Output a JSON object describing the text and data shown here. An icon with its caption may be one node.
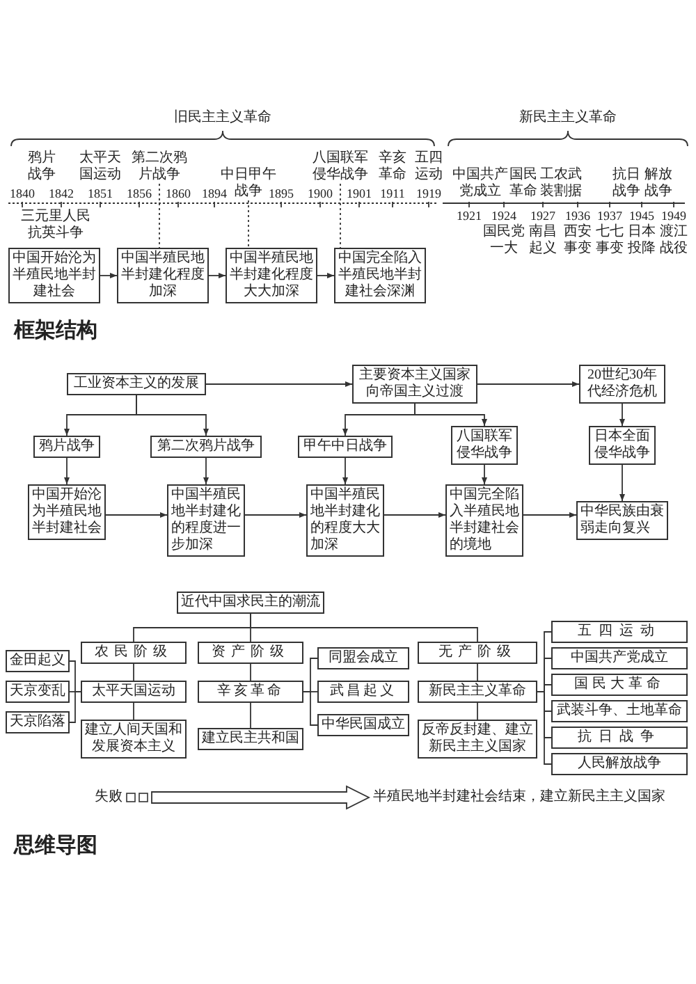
{
  "diagram": {
    "nodes": [
      {
        "text": [
          "第二次鸦片战争"
        ]
      },
      {
        "text": [
          "中日甲午战争"
        ]
      },
      {
        "text": [
          "八国联军侵华战争"
        ]
      },
      {
        "text": [
          "中国开始沦为半殖民地半封建社会"
        ]
      },
      {
        "text": [
          "中国半殖民地半封建化程度加深"
        ]
      },
      {
        "text": [
          "中国半殖民地半封建化程度大大加深"
        ]
      },
      {
        "text": [
          "中国完全陷入半殖民地半封建社会深渊"
        ]
      },
      {
        "text": [
          "工业资本主义的发展"
        ]
      },
      {
        "text": [
          "主要资本主义国家向帝国主义过渡"
        ]
      },
      {
        "text": [
          "20世纪30年代经济危机"
        ]
      },
      {
        "text": [
          "鸦片战争"
        ]
      },
      {
        "text": [
          "第二次鸦片战争"
        ]
      },
      {
        "text": [
          "甲午中日战争"
        ]
      },
      {
        "text": [
          "八国联军侵华战争"
        ]
      },
      {
        "text": [
          "日本全面侵华战争"
        ]
      },
      {
        "text": [
          "中国开始沦为半殖民地半封建社会"
        ]
      },
      {
        "text": [
          "中国半殖民地半封建化的程度进一步加深"
        ]
      },
      {
        "text": [
          "中国半殖民地半封建化的程度大大加深"
        ]
      },
      {
        "text": [
          "中国完全陷入半殖民地半封建社会的境地"
        ]
      },
      {
        "text": [
          "中华民族由衰弱走向复兴"
        ]
      },
      {
        "text": [
          "近代中国求民主的潮流"
        ]
      },
      {
        "text": [
          "农民阶级"
        ]
      },
      {
        "text": [
          "金田起义"
        ]
      },
      {
        "text": [
          "天京变乱"
        ]
      },
      {
        "text": [
          "天京陷落"
        ]
      },
      {
        "text": [
          "太平天国运动"
        ]
      },
      {
        "text": [
          "建立人间天国和发展资本主义"
        ]
      },
      {
        "text": [
          "资产阶级"
        ]
      },
      {
        "text": [
          "辛亥革命"
        ]
      },
      {
        "text": [
          "建立民主共和国"
        ]
      },
      {
        "text": [
          "同盟会成立"
        ]
      },
      {
        "text": [
          "武昌起义"
        ]
      },
      {
        "text": [
          "中华民国成立"
        ]
      },
      {
        "text": [
          "无产阶级"
        ]
      },
      {
        "text": [
          "新民主主义革命"
        ]
      },
      {
        "text": [
          "反帝反封建、建立新民主主义国家"
        ]
      },
      {
        "text": [
          "五四运动"
        ]
      },
      {
        "text": [
          "中国共产党成立"
        ]
      },
      {
        "text": [
          "国民大革命"
        ]
      },
      {
        "text": [
          "武装斗争、土地革命"
        ]
      },
      {
        "text": [
          "抗日战争"
        ]
      },
      {
        "text": [
          "人民解放战争"
        ]
      },
      {
        "text": [
          "失败"
        ]
      },
      {
        "text": [
          "半殖民地半封建社会结束，建立新民主主义国家"
        ]
      }
    ],
    "edges": [
      {
        "from": 3,
        "to": 4,
        "arrow": "to"
      },
      {
        "from": 4,
        "to": 5,
        "arrow": "to"
      },
      {
        "from": 5,
        "to": 6,
        "arrow": "to"
      },
      {
        "from": 0,
        "to": 4,
        "arrow": "none",
        "style": "dashed"
      },
      {
        "from": 1,
        "to": 5,
        "arrow": "none",
        "style": "dashed"
      },
      {
        "from": 2,
        "to": 6,
        "arrow": "none",
        "style": "dashed"
      },
      {
        "from": 7,
        "to": 8,
        "arrow": "to"
      },
      {
        "from": 8,
        "to": 9,
        "arrow": "to"
      },
      {
        "from": 7,
        "to": 10,
        "arrow": "to"
      },
      {
        "from": 7,
        "to": 11,
        "arrow": "to"
      },
      {
        "from": 8,
        "to": 12,
        "arrow": "to"
      },
      {
        "from": 8,
        "to": 13,
        "arrow": "to"
      },
      {
        "from": 9,
        "to": 14,
        "arrow": "to"
      },
      {
        "from": 10,
        "to": 15,
        "arrow": "to"
      },
      {
        "from": 11,
        "to": 16,
        "arrow": "to"
      },
      {
        "from": 12,
        "to": 17,
        "arrow": "to"
      },
      {
        "from": 13,
        "to": 18,
        "arrow": "to"
      },
      {
        "from": 14,
        "to": 19,
        "arrow": "to"
      },
      {
        "from": 15,
        "to": 16,
        "arrow": "to"
      },
      {
        "from": 16,
        "to": 17,
        "arrow": "to"
      },
      {
        "from": 17,
        "to": 18,
        "arrow": "to"
      },
      {
        "from": 18,
        "to": 19,
        "arrow": "to"
      },
      {
        "from": 20,
        "to": 21,
        "arrow": "none"
      },
      {
        "from": 20,
        "to": 27,
        "arrow": "none"
      },
      {
        "from": 20,
        "to": 33,
        "arrow": "none"
      },
      {
        "from": 21,
        "to": 25,
        "arrow": "none"
      },
      {
        "from": 25,
        "to": 26,
        "arrow": "none"
      },
      {
        "from": 25,
        "to": 22,
        "arrow": "none"
      },
      {
        "from": 25,
        "to": 23,
        "arrow": "none"
      },
      {
        "from": 25,
        "to": 24,
        "arrow": "none"
      },
      {
        "from": 27,
        "to": 28,
        "arrow": "none"
      },
      {
        "from": 28,
        "to": 29,
        "arrow": "none"
      },
      {
        "from": 28,
        "to": 30,
        "arrow": "none"
      },
      {
        "from": 28,
        "to": 31,
        "arrow": "none"
      },
      {
        "from": 28,
        "to": 32,
        "arrow": "none"
      },
      {
        "from": 33,
        "to": 34,
        "arrow": "none"
      },
      {
        "from": 34,
        "to": 35,
        "arrow": "none"
      },
      {
        "from": 34,
        "to": 36,
        "arrow": "none"
      },
      {
        "from": 34,
        "to": 37,
        "arrow": "none"
      },
      {
        "from": 34,
        "to": 38,
        "arrow": "none"
      },
      {
        "from": 34,
        "to": 39,
        "arrow": "none"
      },
      {
        "from": 34,
        "to": 40,
        "arrow": "none"
      },
      {
        "from": 34,
        "to": 41,
        "arrow": "none"
      },
      {
        "from": 42,
        "to": 43,
        "arrow": "to",
        "style": "thick"
      }
    ],
    "labels": [
      "旧民主主义革命",
      "新民主主义革命",
      "鸦片战争",
      "太平天国运动",
      "辛亥革命",
      "五四运动",
      "中国共产党成立",
      "国民革命",
      "工农武装割据",
      "抗日战争",
      "解放战争",
      "1840",
      "1842",
      "1851",
      "1856",
      "1860",
      "1894",
      "1895",
      "1900",
      "1901",
      "1911",
      "1919",
      "1921",
      "1924",
      "国民党一大",
      "1927",
      "南昌起义",
      "1936",
      "西安事变",
      "1937",
      "七七事变",
      "1945",
      "日本投降",
      "1949",
      "渡江战役",
      "三元里人民抗英斗争",
      "框架结构",
      "思维导图"
    ]
  }
}
